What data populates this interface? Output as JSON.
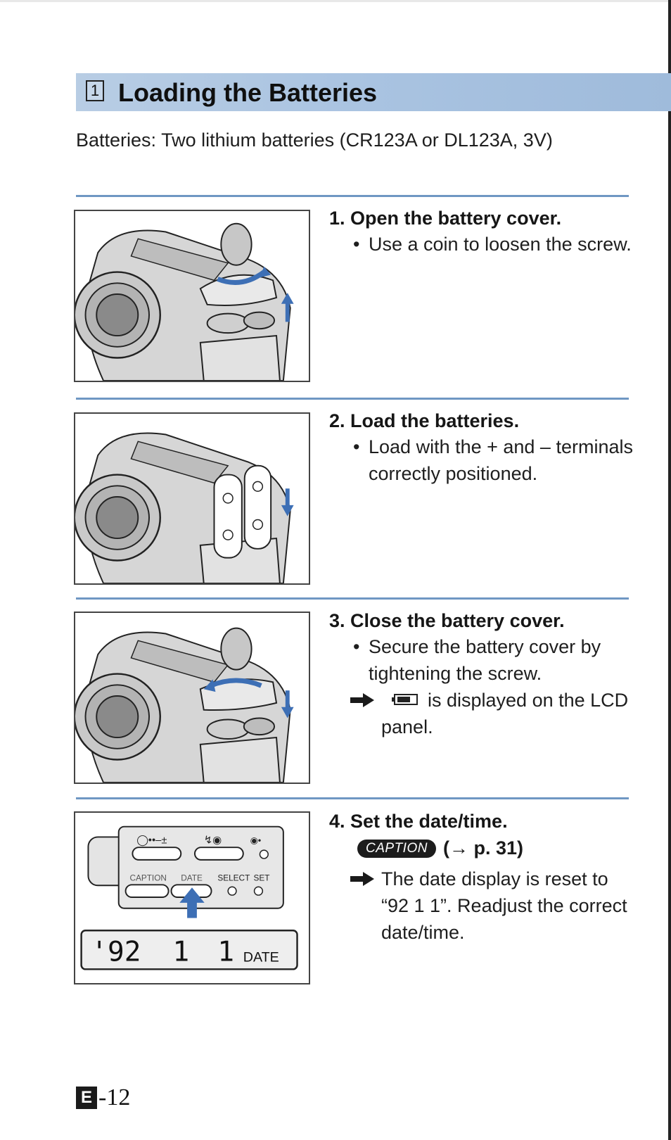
{
  "section": {
    "number": "1",
    "title": "Loading the Batteries"
  },
  "intro": "Batteries: Two lithium batteries (CR123A or DL123A, 3V)",
  "steps": [
    {
      "title": "1. Open the battery cover.",
      "bullets": [
        "Use a coin to loosen the screw."
      ]
    },
    {
      "title": "2. Load the batteries.",
      "bullets": [
        "Load with the + and – terminals correctly positioned."
      ]
    },
    {
      "title": "3. Close the battery cover.",
      "bullets": [
        "Secure the battery cover by tightening the screw."
      ],
      "result": "is displayed on the LCD panel."
    },
    {
      "title": "4. Set the date/time.",
      "caption_badge": "CAPTION",
      "reference": "(→ p. 31)",
      "result": "The date display is reset to “92 1 1”. Readjust the correct date/time."
    }
  ],
  "panel": {
    "caption_label": "CAPTION",
    "date_label": "DATE",
    "select_label": "SELECT",
    "set_label": "SET",
    "lcd_year": "'92",
    "lcd_month": "1",
    "lcd_day": "1",
    "lcd_label": "DATE"
  },
  "page": {
    "badge": "E",
    "number": "-12"
  },
  "colors": {
    "section_bar": "#a9c3e1",
    "rule": "#6f97c3",
    "illustration_arrow": "#3d6fb5"
  },
  "icons": [
    "bullet-dot-icon",
    "result-arrow-icon",
    "battery-icon",
    "up-arrow-icon",
    "down-arrow-icon"
  ]
}
